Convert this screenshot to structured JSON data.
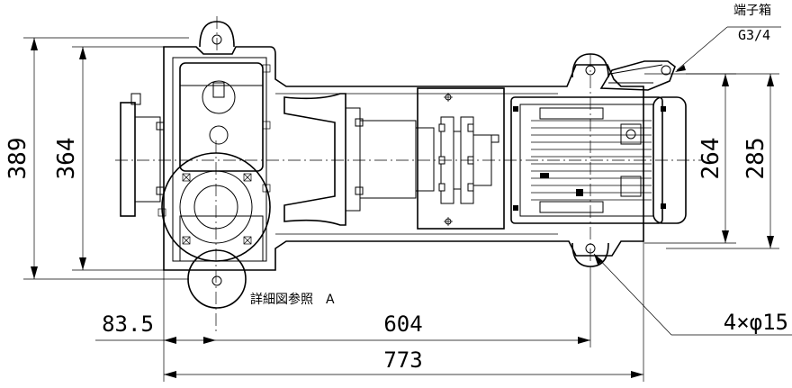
{
  "dimensions": {
    "overall_height": "389",
    "inner_height": "364",
    "motor_height": "264",
    "motor_total_height": "285",
    "offset_left": "83.5",
    "hole_pitch": "604",
    "overall_length": "773",
    "hole_spec": "4×φ15"
  },
  "labels": {
    "terminal_box": "端子箱",
    "thread_size": "G3/4",
    "detail_ref": "詳細図参照　A"
  }
}
